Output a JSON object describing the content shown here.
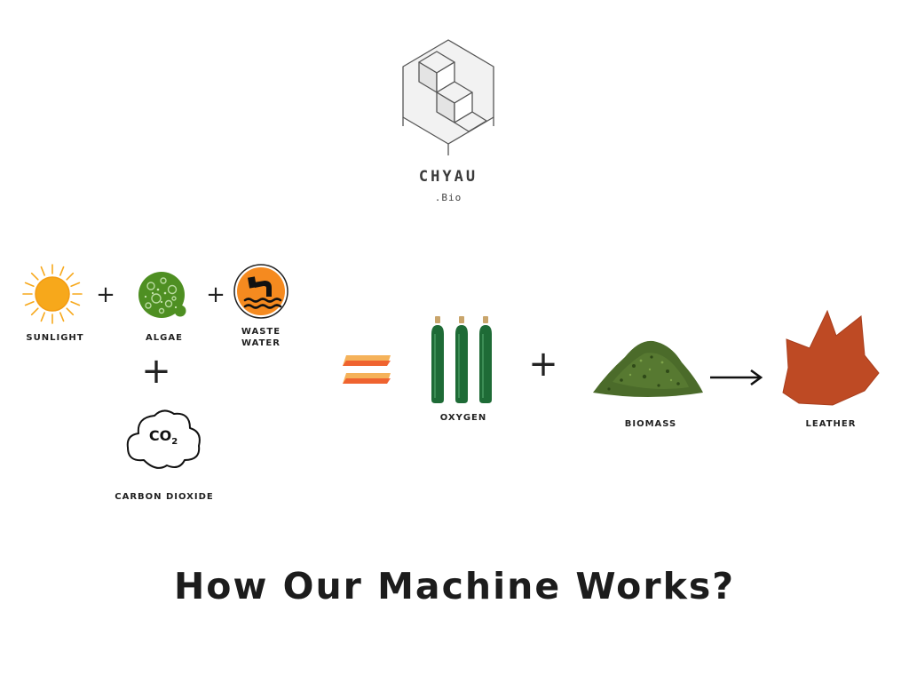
{
  "brand": {
    "name": "CHYAU",
    "suffix": ".Bio"
  },
  "inputs": {
    "sunlight": "SUNLIGHT",
    "algae": "ALGAE",
    "waste_water_line1": "WASTE",
    "waste_water_line2": "WATER",
    "carbon_dioxide": "CARBON DIOXIDE",
    "co2_main": "CO",
    "co2_sub": "2"
  },
  "outputs": {
    "oxygen": "OXYGEN",
    "biomass": "BIOMASS",
    "leather": "LEATHER"
  },
  "operators": {
    "plus": "+",
    "equals": "=",
    "arrow": "→"
  },
  "headline": "How Our Machine Works?",
  "colors": {
    "sun": "#F7A81B",
    "algae": "#4E8F22",
    "waste_water": "#F58A1F",
    "equals_top": "#F5B25A",
    "equals_bottom": "#EE5A2A",
    "cylinder": "#1E6B36",
    "biomass": "#4B6B2A",
    "leather": "#BE4A24"
  },
  "icons": [
    "logo-cube-icon",
    "sun-icon",
    "algae-icon",
    "waste-water-icon",
    "co2-cloud-icon",
    "equals-icon",
    "oxygen-cylinder-icon",
    "biomass-icon",
    "arrow-right-icon",
    "leather-icon"
  ]
}
